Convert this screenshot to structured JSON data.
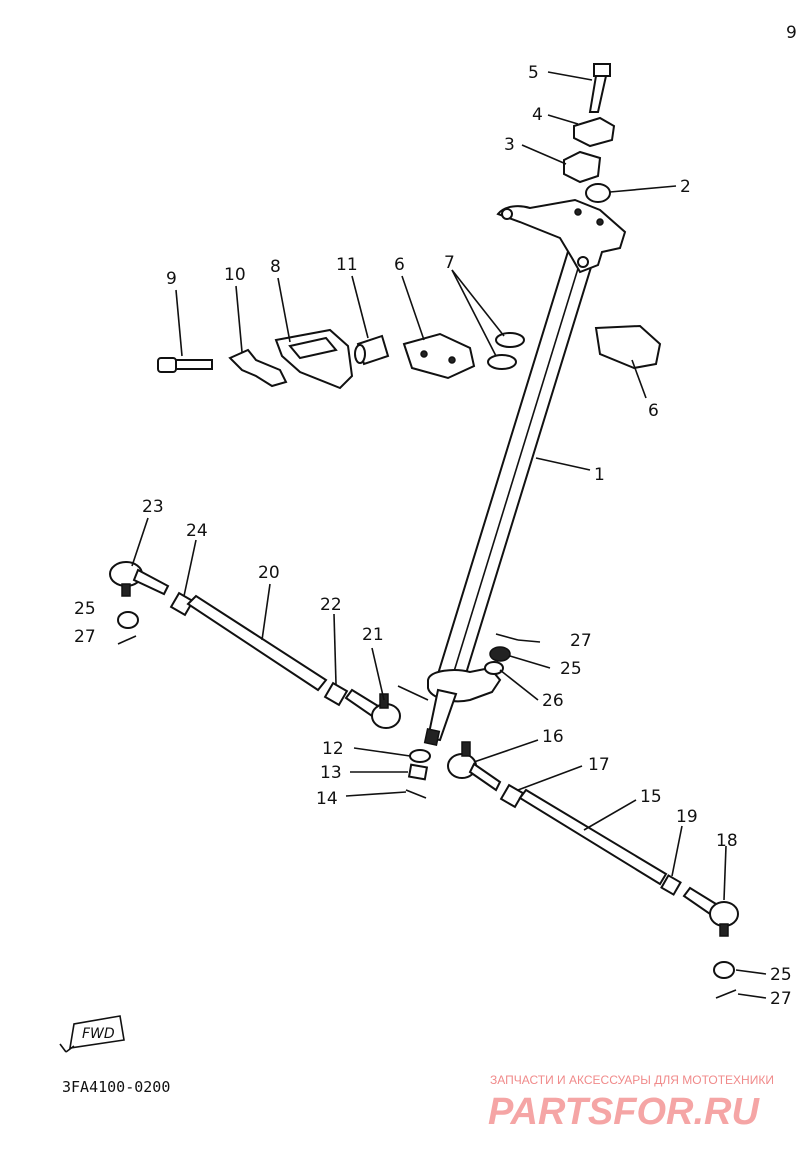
{
  "page_marker": "9",
  "diagram_code": "3FA4100-0200",
  "fwd_label": "FWD",
  "watermark": {
    "top": "ЗАПЧАСТИ И АКСЕССУАРЫ ДЛЯ МОТОТЕХНИКИ",
    "brand": "PARTSFOR.RU"
  },
  "callouts": [
    {
      "id": "c5",
      "text": "5"
    },
    {
      "id": "c4",
      "text": "4"
    },
    {
      "id": "c3",
      "text": "3"
    },
    {
      "id": "c2",
      "text": "2"
    },
    {
      "id": "c9",
      "text": "9"
    },
    {
      "id": "c10",
      "text": "10"
    },
    {
      "id": "c8",
      "text": "8"
    },
    {
      "id": "c11",
      "text": "11"
    },
    {
      "id": "c6a",
      "text": "6"
    },
    {
      "id": "c7",
      "text": "7"
    },
    {
      "id": "c6b",
      "text": "6"
    },
    {
      "id": "c1",
      "text": "1"
    },
    {
      "id": "c23",
      "text": "23"
    },
    {
      "id": "c24",
      "text": "24"
    },
    {
      "id": "c20",
      "text": "20"
    },
    {
      "id": "c25a",
      "text": "25"
    },
    {
      "id": "c27a",
      "text": "27"
    },
    {
      "id": "c22",
      "text": "22"
    },
    {
      "id": "c21",
      "text": "21"
    },
    {
      "id": "c27b",
      "text": "27"
    },
    {
      "id": "c25b",
      "text": "25"
    },
    {
      "id": "c26",
      "text": "26"
    },
    {
      "id": "c12",
      "text": "12"
    },
    {
      "id": "c13",
      "text": "13"
    },
    {
      "id": "c14",
      "text": "14"
    },
    {
      "id": "c16",
      "text": "16"
    },
    {
      "id": "c17",
      "text": "17"
    },
    {
      "id": "c15",
      "text": "15"
    },
    {
      "id": "c19",
      "text": "19"
    },
    {
      "id": "c18",
      "text": "18"
    },
    {
      "id": "c25c",
      "text": "25"
    },
    {
      "id": "c27c",
      "text": "27"
    }
  ]
}
